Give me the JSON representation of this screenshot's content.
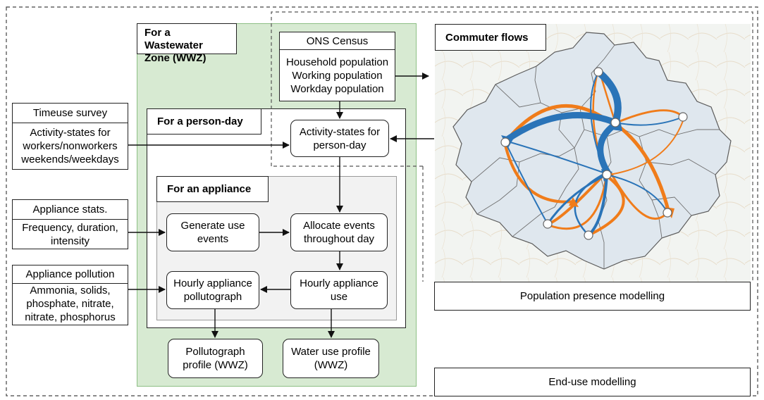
{
  "zone": {
    "title": "For a Wastewater Zone (WWZ)"
  },
  "census": {
    "title": "ONS Census",
    "lines": [
      "Household population",
      "Working population",
      "Workday population"
    ]
  },
  "commuter": {
    "title": "Commuter flows"
  },
  "person_day": {
    "title": "For a person-day"
  },
  "appliance": {
    "title": "For an appliance"
  },
  "timeuse": {
    "title": "Timeuse survey",
    "lines": [
      "Activity-states for",
      "workers/nonworkers",
      "weekends/weekdays"
    ]
  },
  "appliance_stats": {
    "title": "Appliance stats.",
    "lines": [
      "Frequency, duration,",
      "intensity"
    ]
  },
  "appliance_pollution": {
    "title": "Appliance pollution",
    "lines": [
      "Ammonia, solids,",
      "phosphate, nitrate,",
      "nitrate, phosphorus"
    ]
  },
  "nodes": {
    "activity_states": [
      "Activity-states for",
      "person-day"
    ],
    "generate_events": [
      "Generate use",
      "events"
    ],
    "allocate_events": [
      "Allocate events",
      "throughout day"
    ],
    "hourly_pollutograph": [
      "Hourly appliance",
      "pollutograph"
    ],
    "hourly_use": [
      "Hourly appliance",
      "use"
    ],
    "pollutograph_profile": [
      "Pollutograph",
      "profile (WWZ)"
    ],
    "water_use_profile": [
      "Water use profile",
      "(WWZ)"
    ]
  },
  "panels": {
    "population_presence": "Population presence modelling",
    "end_use": "End-use modelling"
  },
  "colors": {
    "orange": "#f07c1a",
    "blue": "#2a74b8",
    "zone_fill": "#d7ead2",
    "zone_border": "#8dbf84",
    "map_fill": "#dfe7ee"
  }
}
